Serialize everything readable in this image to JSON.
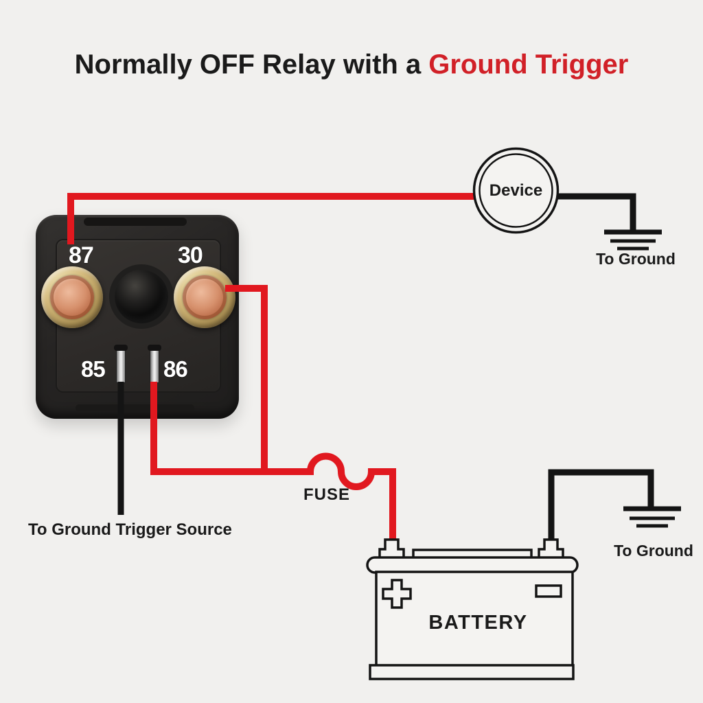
{
  "title": {
    "part1": "Normally OFF Relay with a",
    "part2": "Ground Trigger"
  },
  "relay": {
    "terminal_87": "87",
    "terminal_30": "30",
    "terminal_85": "85",
    "terminal_86": "86"
  },
  "device": {
    "label": "Device"
  },
  "fuse": {
    "label": "FUSE"
  },
  "grounds": {
    "top_right": "To Ground",
    "bottom_right": "To Ground"
  },
  "trigger": {
    "label": "To Ground Trigger Source"
  },
  "battery": {
    "label": "BATTERY"
  },
  "colors": {
    "wire_red": "#e1181f",
    "title_red": "#d12027",
    "wire_black": "#141414",
    "background": "#f1f0ee"
  }
}
